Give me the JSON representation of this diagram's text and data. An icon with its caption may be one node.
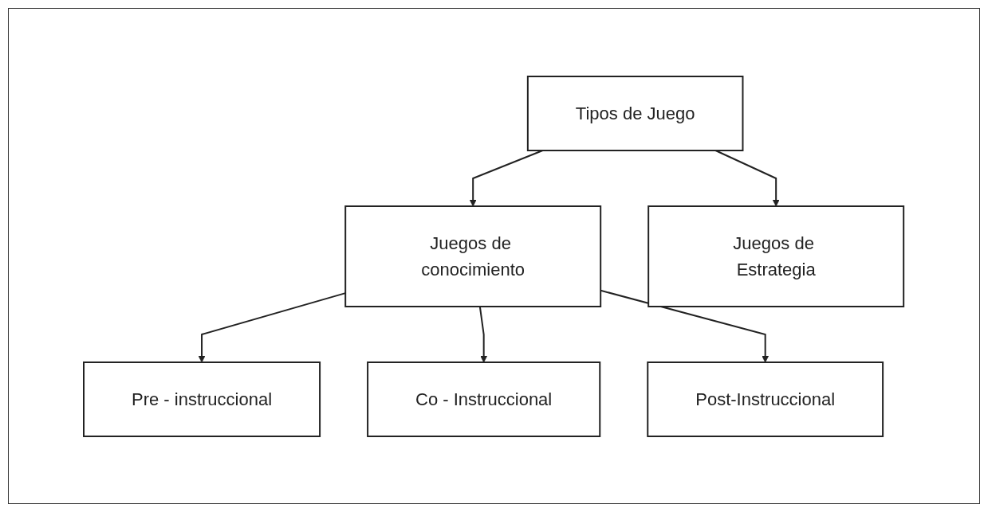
{
  "diagram": {
    "nodes": [
      {
        "text": [
          "Tipos de Juego"
        ]
      },
      {
        "text": [
          "Juegos de conocimiento"
        ]
      },
      {
        "text": [
          "Juegos de Estrategia"
        ]
      },
      {
        "text": [
          "Pre - instruccional"
        ]
      },
      {
        "text": [
          "Co - Instruccional"
        ]
      },
      {
        "text": [
          "Post-Instruccional"
        ]
      }
    ],
    "edges": [
      {
        "from": 0,
        "to": 1,
        "arrow": "to"
      },
      {
        "from": 0,
        "to": 2,
        "arrow": "to"
      },
      {
        "from": 1,
        "to": 3,
        "arrow": "to"
      },
      {
        "from": 1,
        "to": 4,
        "arrow": "to"
      },
      {
        "from": 1,
        "to": 5,
        "arrow": "to"
      }
    ]
  }
}
